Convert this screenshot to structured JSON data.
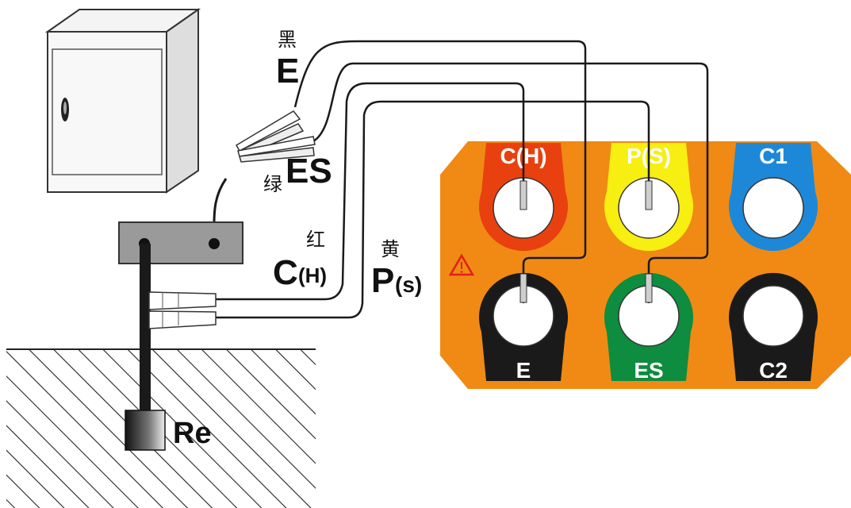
{
  "wire_labels": {
    "e": {
      "color": "黑",
      "code": "E"
    },
    "es": {
      "color": "绿",
      "code": "ES"
    },
    "ch": {
      "color": "红",
      "code": "C",
      "sub": "(H)"
    },
    "ps": {
      "color": "黄",
      "code": "P",
      "sub": "(s)"
    }
  },
  "ground_label": "Re",
  "terminals": [
    {
      "id": "ch",
      "label": "C(H)",
      "color": "#e8410f"
    },
    {
      "id": "ps",
      "label": "P(S)",
      "color": "#f7ee12"
    },
    {
      "id": "c1",
      "label": "C1",
      "color": "#1e88d8"
    },
    {
      "id": "e",
      "label": "E",
      "color": "#1a1a1a"
    },
    {
      "id": "es",
      "label": "ES",
      "color": "#0e8c3f"
    },
    {
      "id": "c2",
      "label": "C2",
      "color": "#1a1a1a"
    }
  ],
  "colors": {
    "panel": "#f08a14",
    "warning": "#e0201a",
    "wire": "#1a1a1a"
  },
  "icons": [
    "warning-icon",
    "ground-electrode-icon",
    "cabinet-icon"
  ]
}
